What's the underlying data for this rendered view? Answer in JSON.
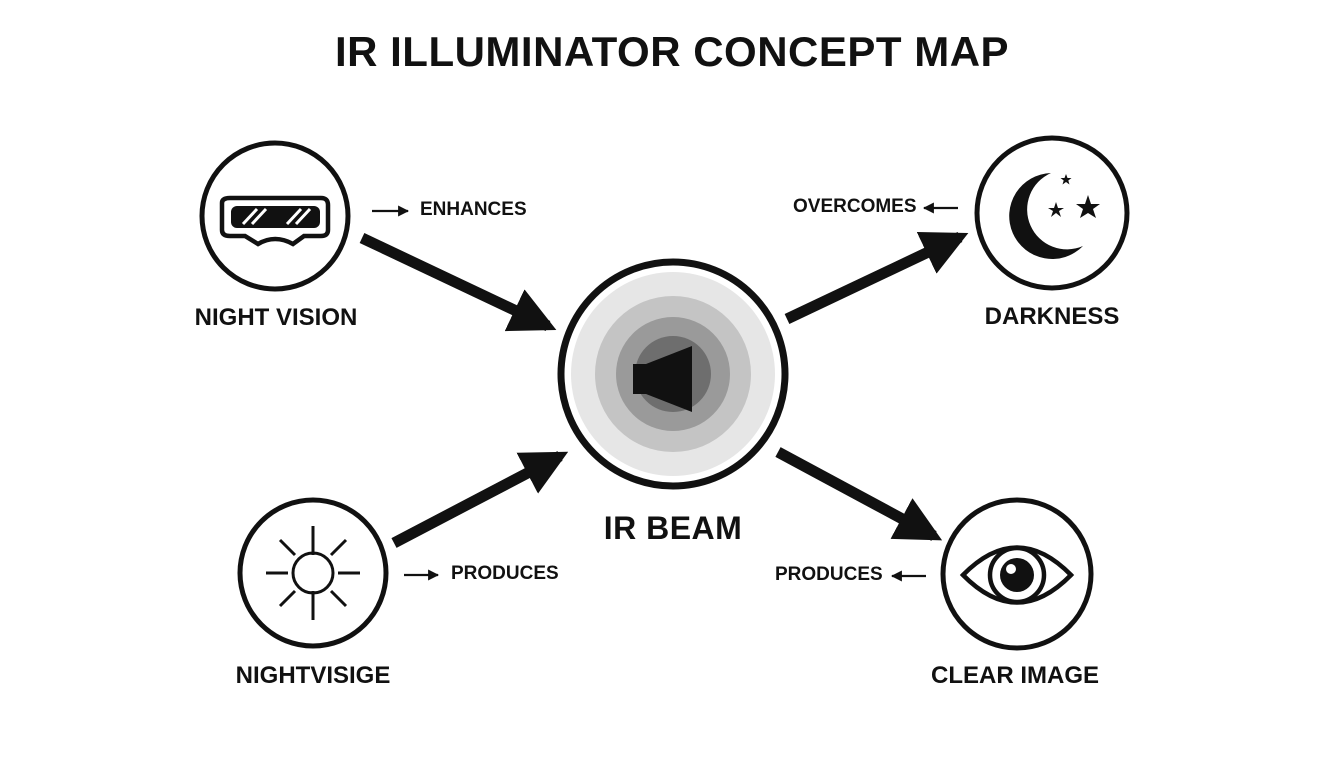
{
  "title": "IR ILLUMINATOR CONCEPT MAP",
  "center": {
    "label": "IR BEAM",
    "icon": "speaker-icon"
  },
  "nodes": {
    "top_left": {
      "label": "NIGHT VISION",
      "icon": "goggles-icon"
    },
    "top_right": {
      "label": "DARKNESS",
      "icon": "moon-stars-icon"
    },
    "bottom_left": {
      "label": "NIGHTVISIGE",
      "icon": "sun-light-icon"
    },
    "bottom_right": {
      "label": "CLEAR IMAGE",
      "icon": "eye-icon"
    }
  },
  "relations": {
    "top_left": "ENHANCES",
    "top_right": "OVERCOMES",
    "bottom_left": "PRODUCES",
    "bottom_right": "PRODUCES"
  },
  "colors": {
    "ink": "#111111",
    "background": "#ffffff",
    "ring_1": "#e6e6e6",
    "ring_2": "#c4c4c4",
    "ring_3": "#9a9a9a",
    "ring_4": "#6e6e6e"
  }
}
